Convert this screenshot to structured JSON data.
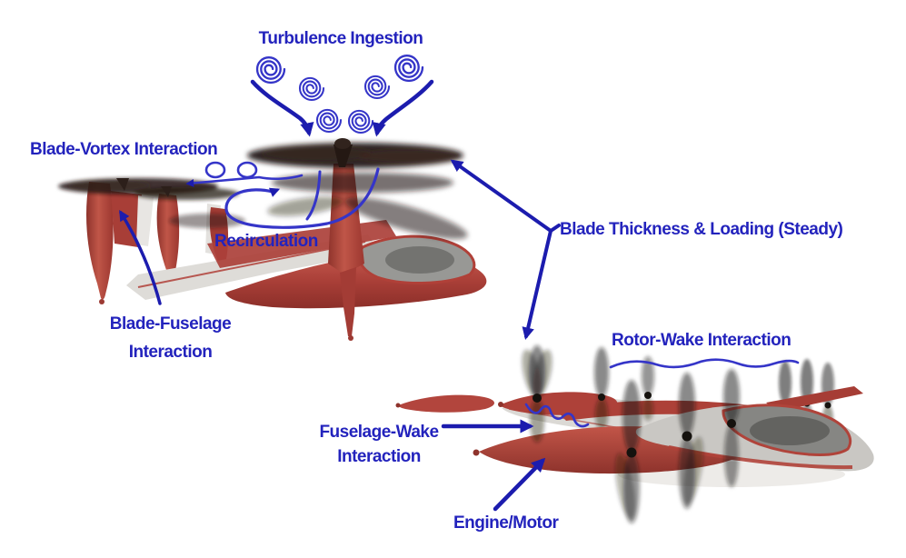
{
  "figure": {
    "colors": {
      "background": "#ffffff",
      "label": "#2323bd",
      "arrow": "#1c1cae",
      "sketch": "#3535c8",
      "aircraft_red": "#a83e37",
      "rotor_dark": "#1a100c"
    },
    "annotations": {
      "turbulence_ingestion": {
        "label": "Turbulence Ingestion"
      },
      "blade_vortex": {
        "label": "Blade-Vortex Interaction"
      },
      "recirculation": {
        "label": "Recirculation"
      },
      "blade_fuselage": {
        "line1": "Blade-Fuselage",
        "line2": "Interaction"
      },
      "blade_thickness": {
        "label": "Blade Thickness & Loading (Steady)"
      },
      "rotor_wake": {
        "label": "Rotor-Wake Interaction"
      },
      "fuselage_wake": {
        "line1": "Fuselage-Wake",
        "line2": "Interaction"
      },
      "engine_motor": {
        "label": "Engine/Motor"
      }
    }
  }
}
